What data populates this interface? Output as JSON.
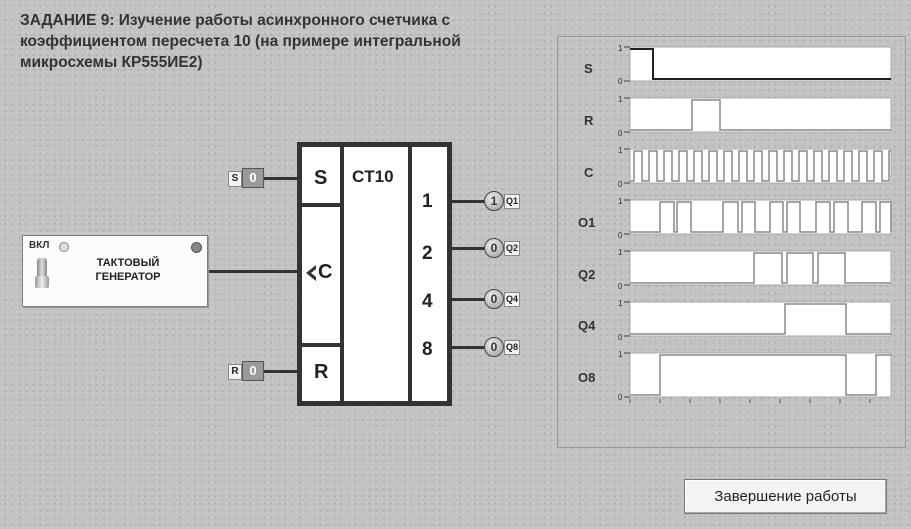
{
  "title": "ЗАДАНИЕ 9: Изучение работы  асинхронного счетчика с коэффициентом пересчета 10 (на примере интегральной микросхемы  КР555ИЕ2)",
  "generator": {
    "on_label": "ВКЛ",
    "label": "ТАКТОВЫЙ\nГЕНЕРАТОР",
    "switch_icon": "toggle-switch-icon"
  },
  "inputs": {
    "s": {
      "label": "S",
      "value": "0"
    },
    "r": {
      "label": "R",
      "value": "0"
    }
  },
  "chip": {
    "name": "CT10",
    "pin_s": "S",
    "pin_c": "C",
    "pin_r": "R",
    "out_1": "1",
    "out_2": "2",
    "out_4": "4",
    "out_8": "8"
  },
  "outputs": [
    {
      "label": "Q1",
      "value": "1"
    },
    {
      "label": "Q2",
      "value": "0"
    },
    {
      "label": "Q4",
      "value": "0"
    },
    {
      "label": "Q8",
      "value": "0"
    }
  ],
  "timing": {
    "signals": [
      "S",
      "R",
      "C",
      "O1",
      "Q2",
      "Q4",
      "O8"
    ],
    "level_high": "1",
    "level_low": "0",
    "trace_color": "#888888",
    "active_trace_color": "#222222"
  },
  "finish_button": "Завершение работы"
}
